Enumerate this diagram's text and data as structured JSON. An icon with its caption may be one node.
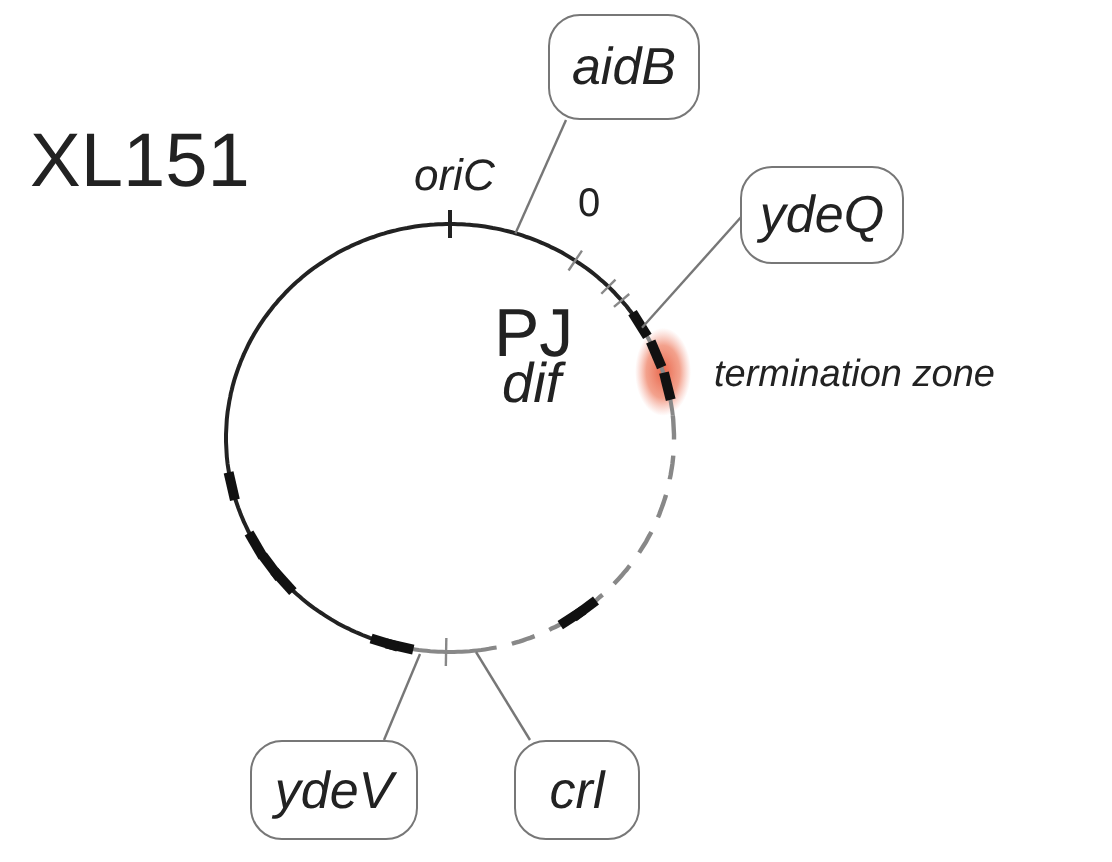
{
  "diagram": {
    "nodes": [
      {
        "text": [
          "aidB"
        ]
      },
      {
        "text": [
          "ydeQ"
        ]
      },
      {
        "text": [
          "ydeV"
        ]
      },
      {
        "text": [
          "crl"
        ]
      }
    ],
    "edges": [
      {
        "from": 0,
        "to": null,
        "arrow": "none"
      },
      {
        "from": 1,
        "to": null,
        "arrow": "none"
      },
      {
        "from": 2,
        "to": null,
        "arrow": "none"
      },
      {
        "from": 3,
        "to": null,
        "arrow": "none"
      }
    ],
    "labels": [
      "XL151",
      "oriC",
      "0",
      "PJ",
      "dif",
      "termination zone"
    ]
  }
}
